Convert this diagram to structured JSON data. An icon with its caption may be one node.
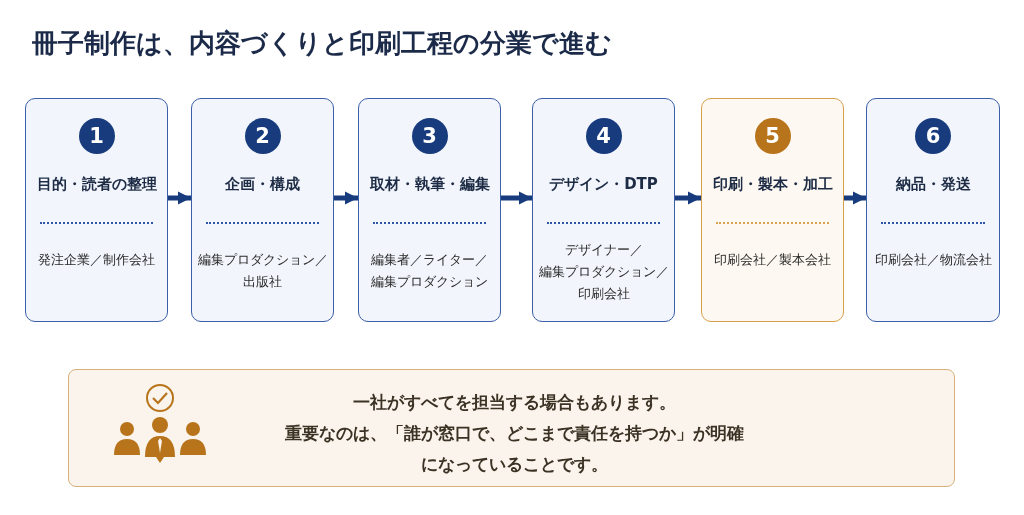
{
  "diagram": {
    "title": "冊子制作は、内容づくりと印刷工程の分業で進む",
    "nodes": [
      {
        "text": [
          "1",
          "目的・読者の整理",
          "発注企業／制作会社"
        ]
      },
      {
        "text": [
          "2",
          "企画・構成",
          "編集プロダクション／出版社"
        ]
      },
      {
        "text": [
          "3",
          "取材・執筆・編集",
          "編集者／ライター／編集プロダクション"
        ]
      },
      {
        "text": [
          "4",
          "デザイン・DTP",
          "デザイナー／編集プロダクション／印刷会社"
        ]
      },
      {
        "text": [
          "5",
          "印刷・製本・加工",
          "印刷会社／製本会社"
        ]
      },
      {
        "text": [
          "6",
          "納品・発送",
          "印刷会社／物流会社"
        ]
      },
      {
        "text": [
          "一社がすべてを担当する場合もあります。",
          "重要なのは、「誰が窓口で、どこまで責任を持つか」が明確になっていることです。"
        ]
      }
    ],
    "edges": [
      {
        "from": 0,
        "to": 1,
        "arrow": "to"
      },
      {
        "from": 1,
        "to": 2,
        "arrow": "to"
      },
      {
        "from": 2,
        "to": 3,
        "arrow": "to"
      },
      {
        "from": 3,
        "to": 4,
        "arrow": "to"
      },
      {
        "from": 4,
        "to": 5,
        "arrow": "to"
      }
    ]
  }
}
